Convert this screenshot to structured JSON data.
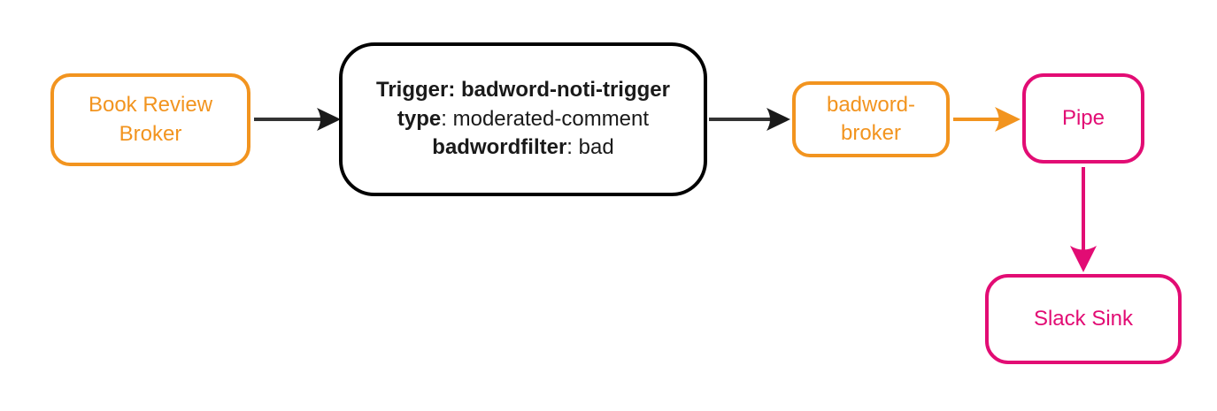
{
  "diagram": {
    "type": "event-flow-diagram",
    "nodes": {
      "book_review_broker": {
        "label": "Book Review Broker",
        "shape": "rounded-rect",
        "color": "#F2941F"
      },
      "trigger": {
        "shape": "rounded-rect",
        "color": "#000000",
        "line1_bold": "Trigger: badword-noti-trigger",
        "line2_bold": "type",
        "line2_rest": ": moderated-comment",
        "line3_bold": "badwordfilter",
        "line3_rest": ": bad"
      },
      "badword_broker": {
        "label": "badword-broker",
        "shape": "rounded-rect",
        "color": "#F2941F"
      },
      "pipe": {
        "label": "Pipe",
        "shape": "rounded-rect",
        "color": "#E20C74"
      },
      "slack_sink": {
        "label": "Slack Sink",
        "shape": "rounded-rect",
        "color": "#E20C74"
      }
    },
    "edges": [
      {
        "from": "book_review_broker",
        "to": "trigger",
        "color": "#333333",
        "direction": "right"
      },
      {
        "from": "trigger",
        "to": "badword_broker",
        "color": "#333333",
        "direction": "right"
      },
      {
        "from": "badword_broker",
        "to": "pipe",
        "color": "#F2941F",
        "direction": "right"
      },
      {
        "from": "pipe",
        "to": "slack_sink",
        "color": "#E20C74",
        "direction": "down"
      }
    ],
    "colors": {
      "orange": "#F2941F",
      "pink": "#E20C74",
      "black": "#1A1A1A",
      "arrow_dark": "#333333",
      "background": "#FFFFFF"
    }
  }
}
